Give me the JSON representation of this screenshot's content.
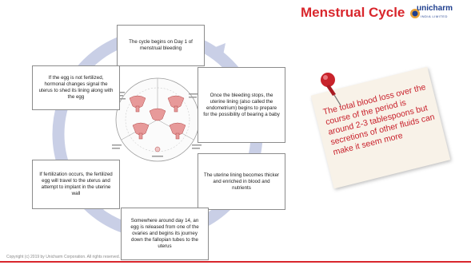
{
  "header": {
    "title": "Menstrual Cycle",
    "logo_text": "unicharm",
    "logo_sub": "INDIA LIMITED"
  },
  "cycle": {
    "steps": [
      "The cycle begins on Day 1 of menstrual bleeding",
      "Once the bleeding stops, the uterine lining (also called the endometrium) begins to prepare for the possibility of bearing a baby",
      "The uterine lining becomes thicker and enriched in blood and nutrients",
      "Somewhere around day 14, an egg is released from one of the ovaries and begins its journey down the fallopian tubes to the uterus",
      "If fertilization occurs, the fertilized egg will travel to the uterus and attempt to implant in the uterine wall",
      "If the egg is not fertilized, hormonal changes signal the uterus to shed its lining along with the egg"
    ]
  },
  "note": {
    "text": "The total blood loss over the course of the period is around 2-3 tablespoons but secretions of other fluids can make it seem more"
  },
  "footer": {
    "copyright": "Copyright (c) 2019 by Unicharm Corporation. All rights reserved."
  },
  "colors": {
    "title": "#d9262c",
    "ring": "#c9cfe6",
    "note_text": "#c8202b",
    "pin": "#c8232b",
    "logo": "#1f3f8f"
  }
}
